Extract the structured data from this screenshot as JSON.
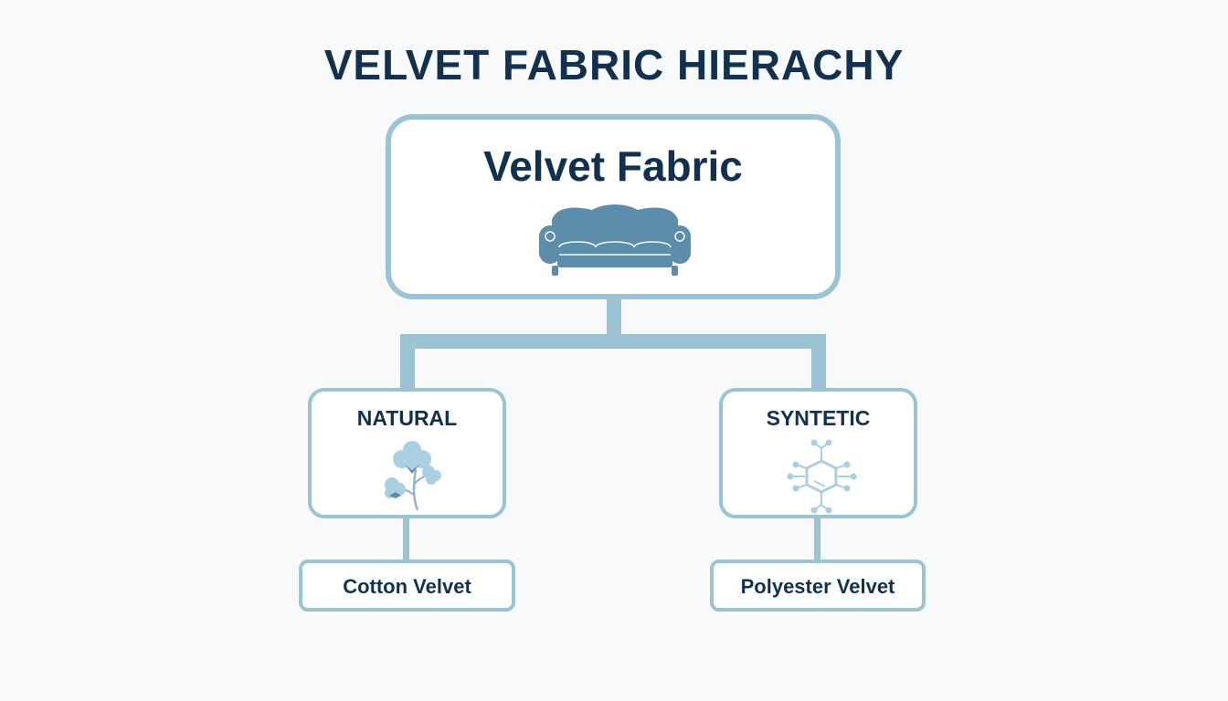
{
  "diagram": {
    "title": "VELVET FABRIC HIERACHY",
    "root": {
      "label": "Velvet Fabric",
      "icon": "sofa-icon"
    },
    "categories": [
      {
        "label": "NATURAL",
        "icon": "cotton-plant-icon",
        "child": "Cotton Velvet"
      },
      {
        "label": "SYNTETIC",
        "icon": "molecule-icon",
        "child": "Polyester Velvet"
      }
    ]
  },
  "colors": {
    "text": "#13304f",
    "border": "#9cc3d3",
    "icon": "#5e8cab",
    "background": "#f8f9fa"
  }
}
